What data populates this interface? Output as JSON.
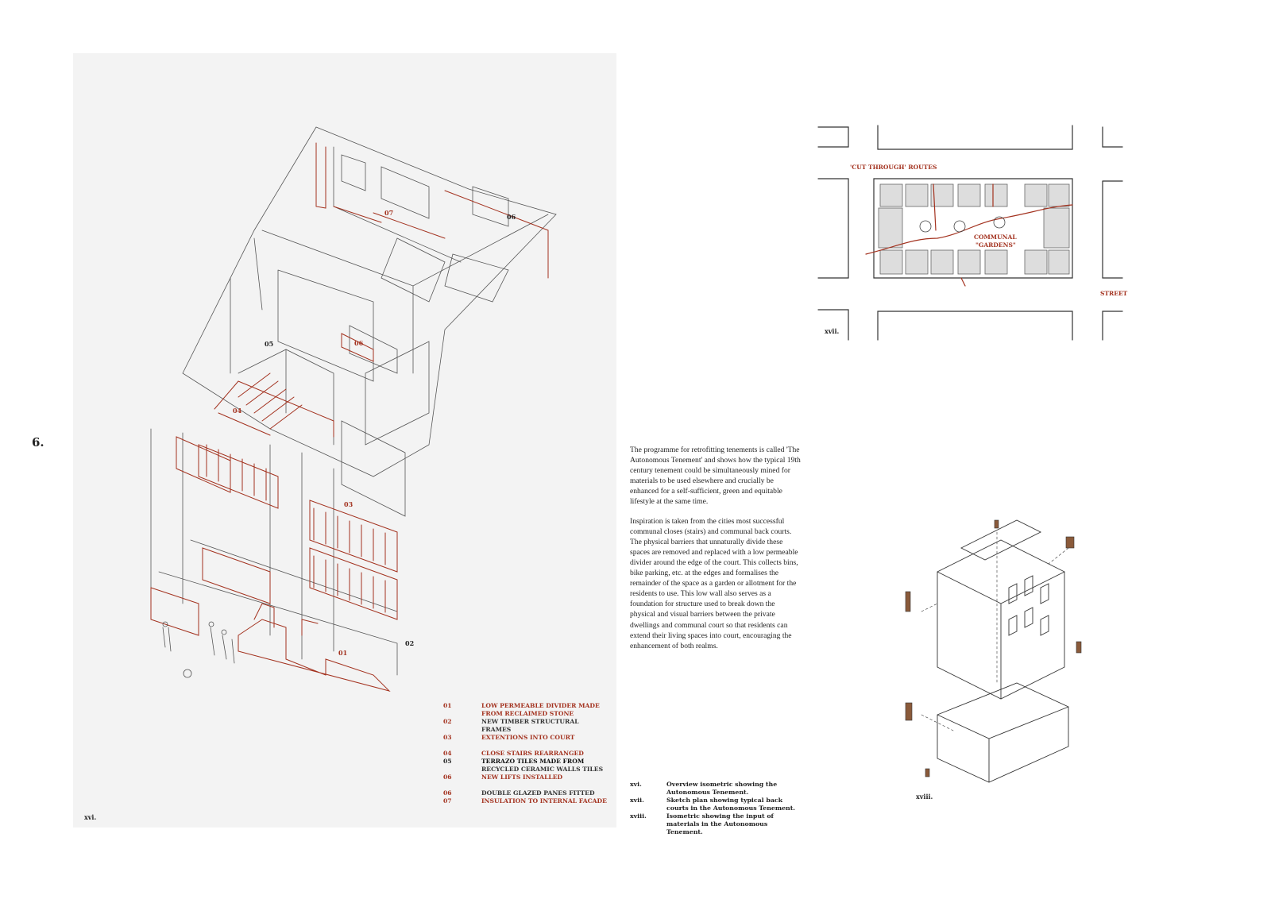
{
  "page_number": "6.",
  "figure_labels": {
    "xvi": "xvi.",
    "xvii": "xvii.",
    "xviii": "xviii."
  },
  "drawing_tags": {
    "t07": "07",
    "t06a": "06",
    "t05": "05",
    "t06b": "06",
    "t04": "04",
    "t03": "03",
    "t02": "02",
    "t01": "01"
  },
  "legend": [
    {
      "num": "01",
      "text": "LOW PERMEABLE DIVIDER MADE FROM RECLAIMED STONE",
      "color": "red"
    },
    {
      "num": "02",
      "text": "NEW TIMBER STRUCTURAL FRAMES",
      "color": "dark"
    },
    {
      "num": "03",
      "text": "EXTENTIONS INTO COURT",
      "color": "red"
    },
    {
      "num": "04",
      "text": "CLOSE STAIRS REARRANGED",
      "color": "red"
    },
    {
      "num": "05",
      "text": "TERRAZO TILES MADE FROM",
      "text2": "RECYCLED CERAMIC WALLS TILES",
      "color": "dark"
    },
    {
      "num": "06",
      "text": "NEW LIFTS INSTALLED",
      "color": "red"
    },
    {
      "num": "06",
      "text": "DOUBLE GLAZED PANES FITTED",
      "color": "dark"
    },
    {
      "num": "07",
      "text": "INSULATION TO INTERNAL FACADE",
      "color": "red"
    }
  ],
  "plan_labels": {
    "routes": "'CUT THROUGH' ROUTES",
    "gardens1": "COMMUNAL",
    "gardens2": "\"GARDENS\"",
    "street": "STREET"
  },
  "body": {
    "p1": "The programme for retrofitting tenements is called 'The Autonomous Tenement' and shows how the typical 19th century tenement could be simultaneously mined for materials to be used elsewhere and crucially be enhanced for a self-sufficient, green and equitable lifestyle at the same time.",
    "p2": "Inspiration is taken from the cities most successful communal closes (stairs) and communal back courts. The physical barriers that unnaturally divide these spaces are removed and replaced with a low permeable divider around the edge of the court. This collects bins, bike parking, etc. at the edges and formalises the remainder of the space as a garden or allotment for the residents to use. This low wall also serves as a foundation for structure used to break down the physical and visual barriers between the private dwellings and communal court so that residents can extend their living spaces into court, encouraging the enhancement of both realms."
  },
  "captions": [
    {
      "key": "xvi.",
      "text": "Overview isometric showing the Autonomous Tenement."
    },
    {
      "key": "xvii.",
      "text": "Sketch plan showing typical back courts in the Autonomous Tenement."
    },
    {
      "key": "xviii.",
      "text": "Isometric showing the input of materials in the Autonomous Tenement."
    }
  ],
  "colors": {
    "accent": "#a3321f",
    "panel": "#f3f3f3"
  }
}
